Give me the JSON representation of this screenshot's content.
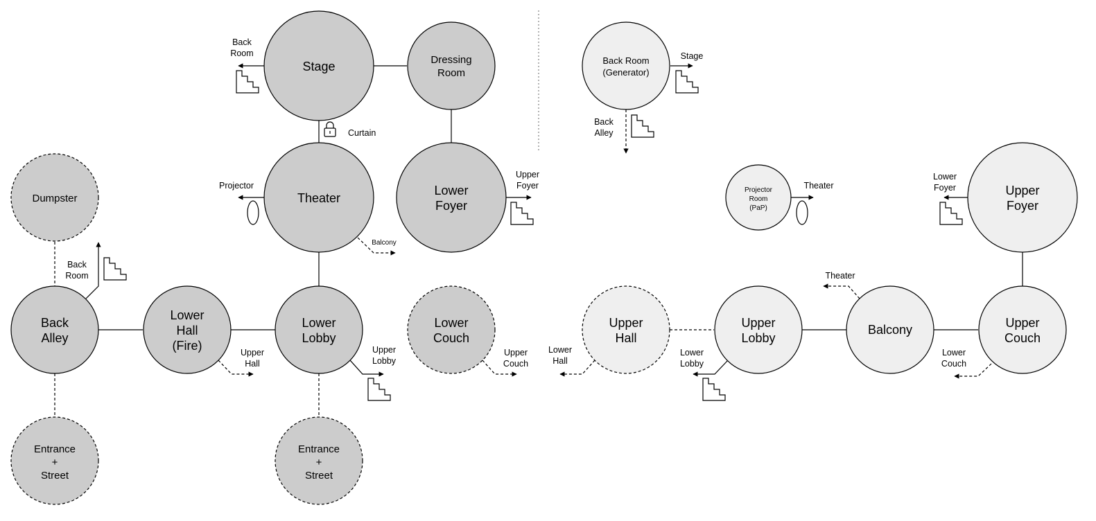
{
  "colors": {
    "lower_floor_fill": "#cccccc",
    "upper_floor_fill": "#efefef",
    "stroke": "#000000",
    "divider": "#666666"
  },
  "rooms": {
    "stage": [
      "Stage"
    ],
    "dressing_room": [
      "Dressing",
      "Room"
    ],
    "theater": [
      "Theater"
    ],
    "lower_foyer": [
      "Lower",
      "Foyer"
    ],
    "dumpster": [
      "Dumpster"
    ],
    "back_alley": [
      "Back",
      "Alley"
    ],
    "lower_hall": [
      "Lower",
      "Hall",
      "(Fire)"
    ],
    "lower_lobby": [
      "Lower",
      "Lobby"
    ],
    "lower_couch": [
      "Lower",
      "Couch"
    ],
    "entrance_left": [
      "Entrance",
      "+",
      "Street"
    ],
    "entrance_mid": [
      "Entrance",
      "+",
      "Street"
    ],
    "back_room": [
      "Back Room",
      "(Generator)"
    ],
    "projector_room": [
      "Projector",
      "Room",
      "(PaP)"
    ],
    "upper_foyer": [
      "Upper",
      "Foyer"
    ],
    "upper_hall": [
      "Upper",
      "Hall"
    ],
    "upper_lobby": [
      "Upper",
      "Lobby"
    ],
    "balcony": [
      "Balcony"
    ],
    "upper_couch": [
      "Upper",
      "Couch"
    ]
  },
  "exits": {
    "stage_back_room": [
      "Back",
      "Room"
    ],
    "curtain": [
      "Curtain"
    ],
    "projector": [
      "Projector"
    ],
    "theater_balcony": [
      "Balcony"
    ],
    "lower_foyer_upper_foyer": [
      "Upper",
      "Foyer"
    ],
    "back_alley_back_room": [
      "Back",
      "Room"
    ],
    "lower_hall_upper_hall": [
      "Upper",
      "Hall"
    ],
    "lower_lobby_upper_lobby": [
      "Upper",
      "Lobby"
    ],
    "lower_couch_upper_couch": [
      "Upper",
      "Couch"
    ],
    "back_room_stage": [
      "Stage"
    ],
    "back_room_back_alley": [
      "Back",
      "Alley"
    ],
    "projector_room_theater": [
      "Theater"
    ],
    "upper_foyer_lower_foyer": [
      "Lower",
      "Foyer"
    ],
    "balcony_theater": [
      "Theater"
    ],
    "upper_hall_lower_hall": [
      "Lower",
      "Hall"
    ],
    "upper_lobby_lower_lobby": [
      "Lower",
      "Lobby"
    ],
    "upper_couch_lower_couch": [
      "Lower",
      "Couch"
    ]
  }
}
